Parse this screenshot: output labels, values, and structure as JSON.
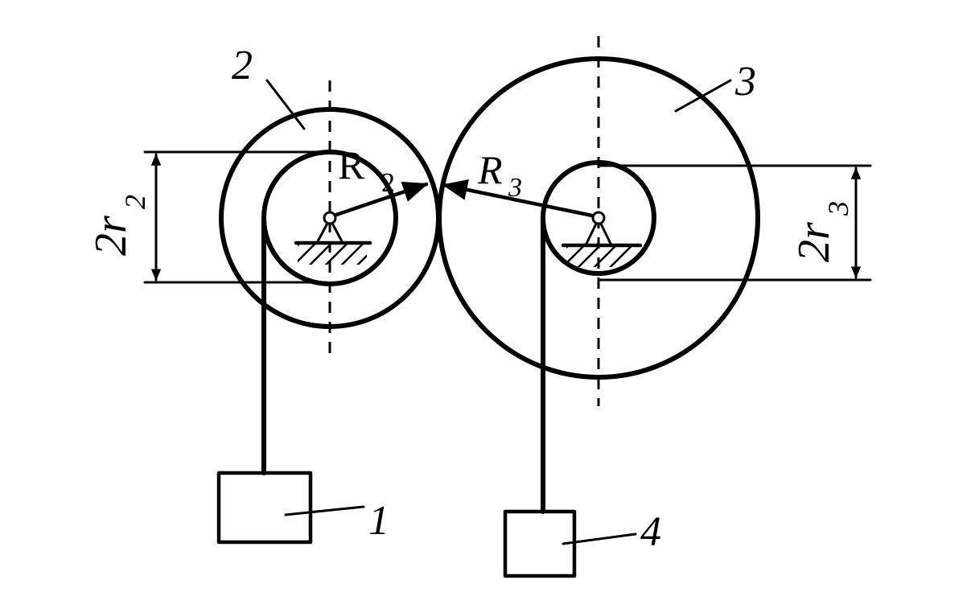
{
  "labels": {
    "body1": "1",
    "body2": "2",
    "body3": "3",
    "body4": "4",
    "R2": "R",
    "R2_sub": "2",
    "R3": "R",
    "R3_sub": "3",
    "r2_coef": "2r",
    "r2_sub": "2",
    "r3_coef": "2r",
    "r3_sub": "3"
  },
  "colors": {
    "ink": "#000000",
    "paper": "#ffffff"
  }
}
